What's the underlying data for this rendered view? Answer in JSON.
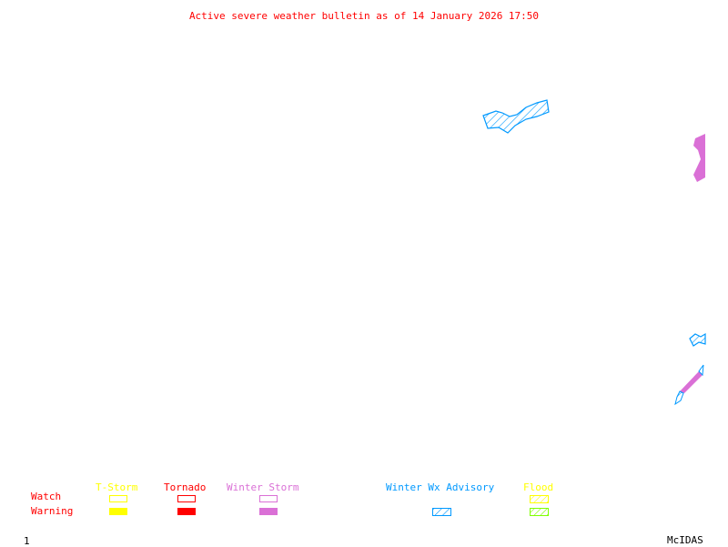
{
  "title": "Active severe weather bulletin as of 14 January 2026 17:50",
  "legend": {
    "rows": {
      "watch": "Watch",
      "warning": "Warning"
    },
    "columns": [
      {
        "label": "T-Storm",
        "color": "#ffff00"
      },
      {
        "label": "Tornado",
        "color": "#ff0000"
      },
      {
        "label": "Winter Storm",
        "color": "#da70d6"
      },
      {
        "label": "Winter Wx Advisory",
        "color": "#0099ff"
      },
      {
        "label": "Flood",
        "color": "#ffff00",
        "warning_color": "#7fff00"
      }
    ]
  },
  "frame_number": "1",
  "software": "McIDAS"
}
